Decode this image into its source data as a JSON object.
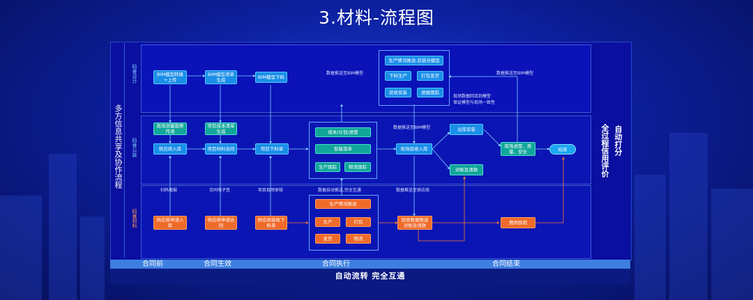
{
  "title": "3.材料-流程图",
  "left_label": "多方信息共享及协作流程",
  "row_labels": {
    "design": "码垂设计",
    "public": "码垂公装",
    "material": "码垂材料"
  },
  "right_labels": {
    "left": "全过程信用评价",
    "right": "自动打分"
  },
  "phases": [
    "合同前",
    "合同生效",
    "合同执行",
    "合同结束"
  ],
  "footer": "自动流转 完全互通",
  "nodes": {
    "bim_convert": "BIM模型转换+上传",
    "bim_list": "BIM模型清单生成",
    "bim_order": "BIM模型下料",
    "prod_sync": "生产情况推送.及链合模型",
    "order_prod": "下料生产",
    "pack_ship": "打包发货",
    "accept_install": "验收安装",
    "ship_status": "进展跟踪",
    "site_measure": "现场测量勘察传递",
    "cost_list": "项目成本清单生成",
    "supplier_store": "供应商入库",
    "contract": "项目材料合同",
    "order_sheet": "项目下料单",
    "plan": "成本/计划/进度",
    "smart_order": "智能落单",
    "prod_track": "生产跟踪",
    "ship_track": "物流跟踪",
    "site_accept": "现场验收入库",
    "exit_install": "出库安装",
    "reconcile": "对账及请款",
    "site_progress": "现场进度、质量、安全",
    "end": "结束",
    "sup_store": "供应商申请入库",
    "sup_contract": "供应商申请合同",
    "sup_order": "供应商接收下料单",
    "mat_prod_sync": "生产情况推送",
    "mat_prod": "生产",
    "mat_pack": "打包",
    "mat_ship": "发货",
    "mat_logistics": "物流",
    "mat_accept": "验收数据推送对账及请款",
    "mat_fee": "费用核销"
  },
  "notes": {
    "push_bim": "数据推送至BIM模型",
    "push_bim2": "数据推送至BIM模型",
    "push_bim3": "数据推送至BIM模型",
    "site_model": "现场数据回流到模型\n保证模型与现场一致性",
    "scan_store": "扫码填报",
    "e_contract": "合同电子签",
    "site_check": "项目现场审核",
    "auto_push": "数据自动推送,完全互通",
    "push_supplier": "数据推送至供应商"
  },
  "colors": {
    "frame": "#0a0fa0",
    "node_blue": "#1a8ee8",
    "node_teal": "#11a69a",
    "node_orange": "#f06a2a",
    "phase_bar": "#3d7fe0"
  }
}
